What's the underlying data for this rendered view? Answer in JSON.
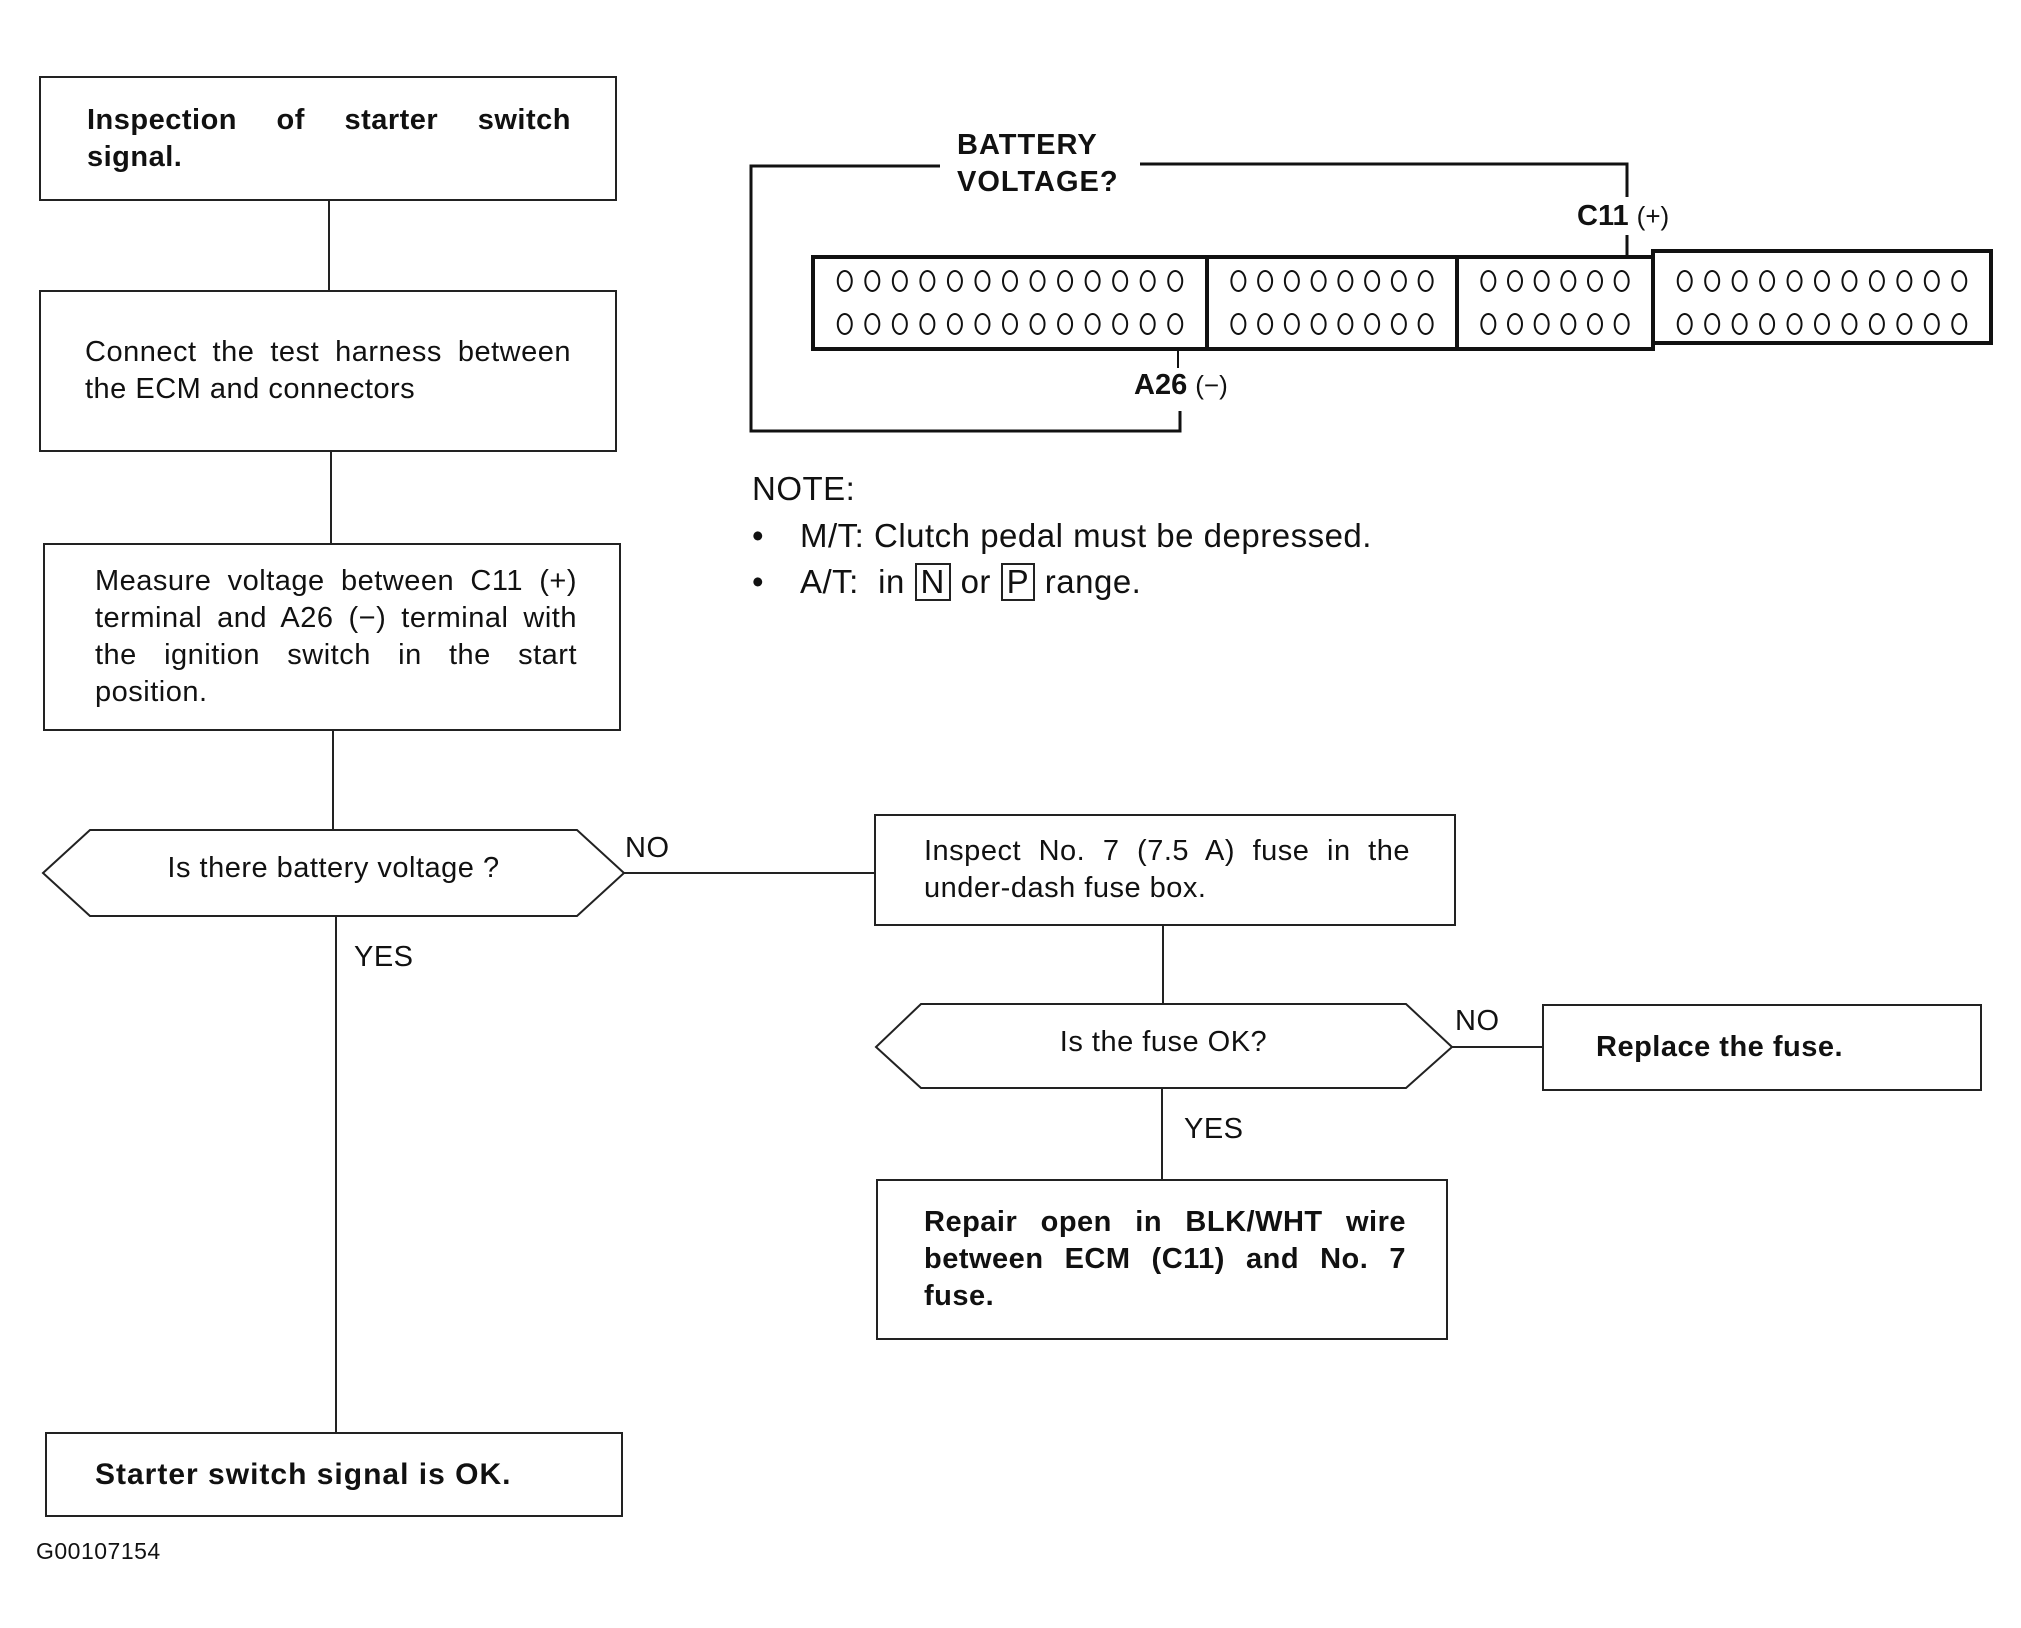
{
  "steps": {
    "inspection": "Inspection of starter switch signal.",
    "connect": "Connect the test harness between the ECM and connectors",
    "measure": "Measure voltage between C11 (+) terminal and A26 (−) terminal with the ignition switch in the start position.",
    "battery_question": "Is there battery voltage ?",
    "inspect_fuse": "Inspect No. 7 (7.5 A) fuse in the under-dash fuse box.",
    "fuse_question": "Is the fuse OK?",
    "replace_fuse": "Replace the fuse.",
    "repair": "Repair open in BLK/WHT wire between ECM (C11) and No. 7 fuse.",
    "ok": "Starter switch signal is OK."
  },
  "branch_labels": {
    "no": "NO",
    "yes": "YES"
  },
  "connector": {
    "title_line1": "BATTERY",
    "title_line2": "VOLTAGE?",
    "positive_terminal": "C11",
    "positive_sign": "(+)",
    "negative_terminal": "A26",
    "negative_sign": "(−)",
    "sections_pins_per_row": [
      13,
      8,
      6,
      11
    ]
  },
  "note": {
    "heading": "NOTE:",
    "bullet": "•",
    "line1": "M/T: Clutch pedal must be depressed.",
    "line2_prefix": "A/T:  in",
    "line2_n": "N",
    "line2_or": "or",
    "line2_p": "P",
    "line2_suffix": "range."
  },
  "figure_code": "G00107154"
}
